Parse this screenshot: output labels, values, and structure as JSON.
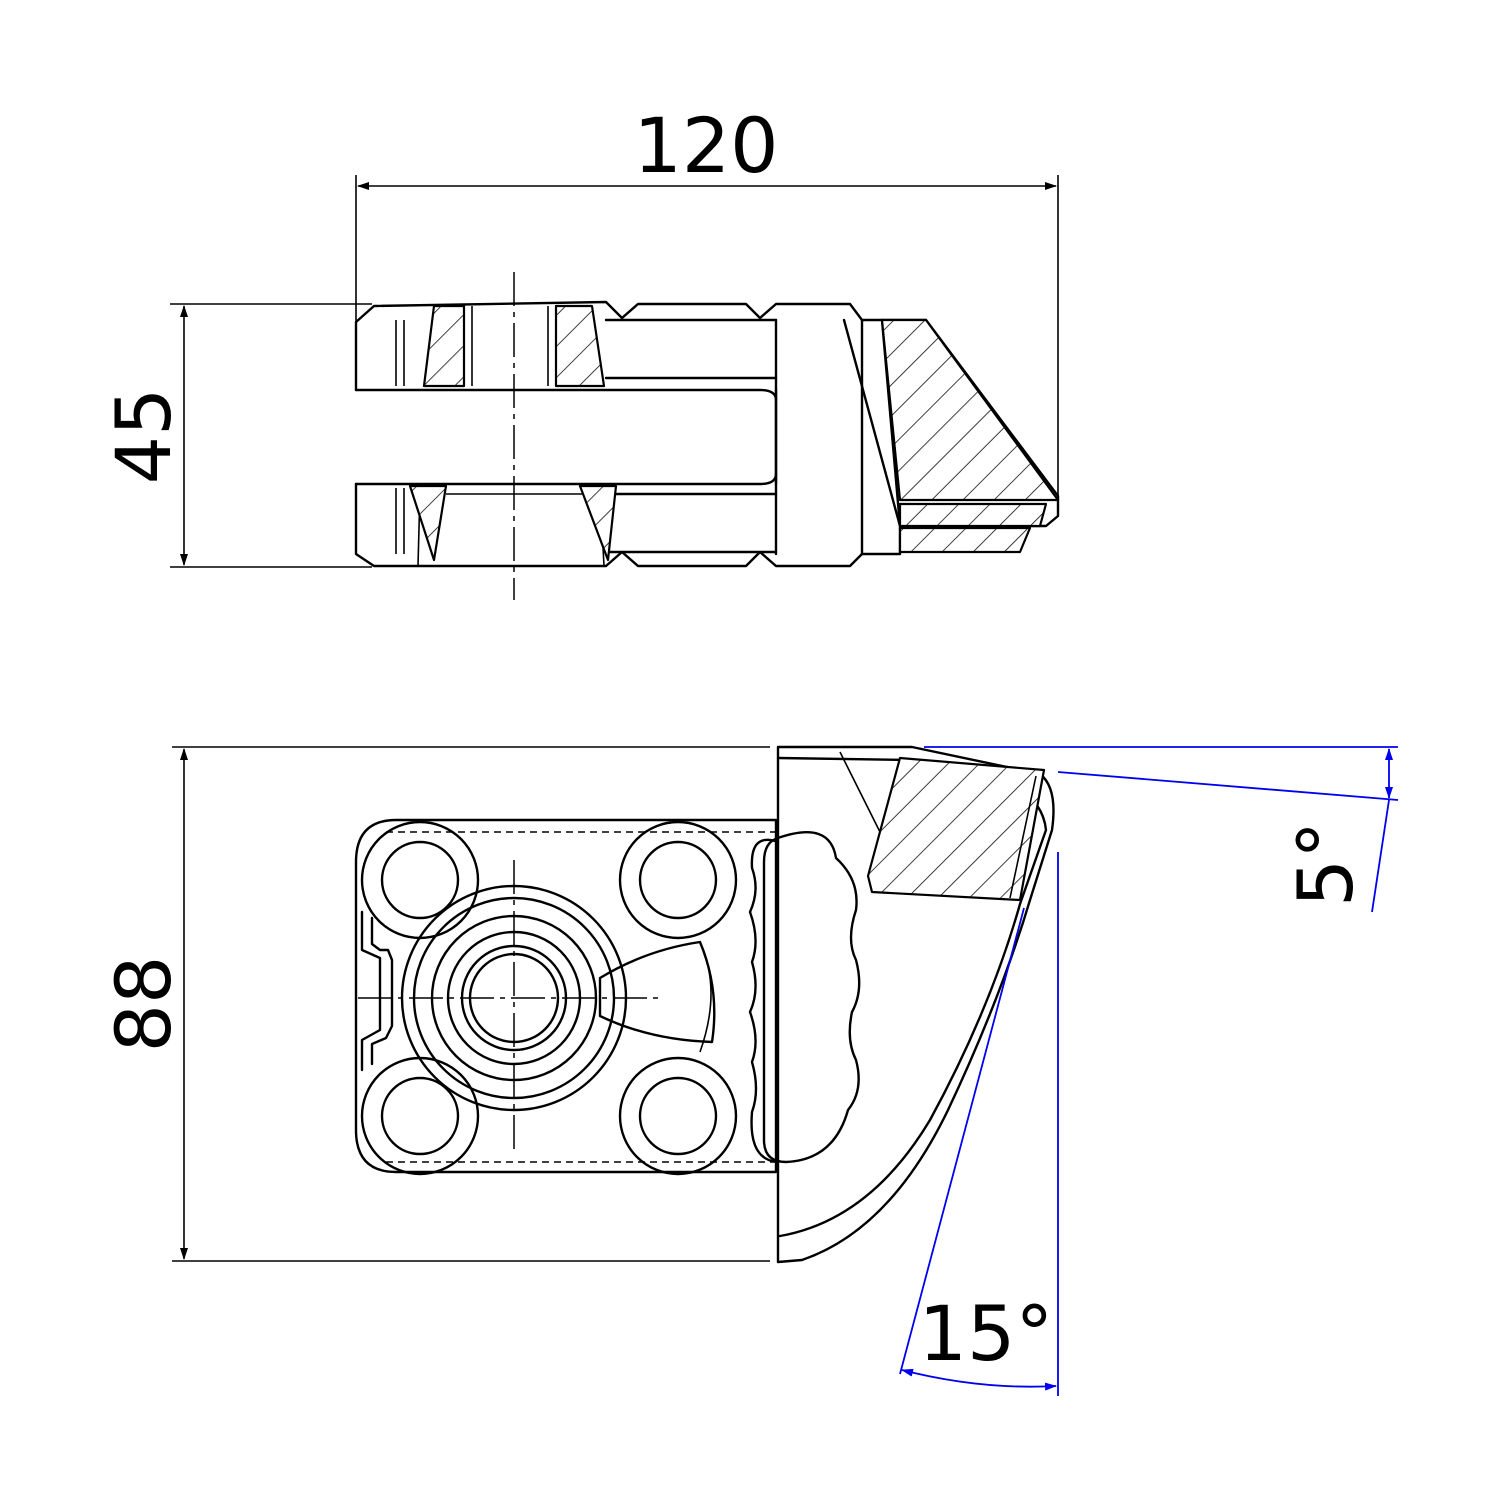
{
  "dimensions": {
    "width": "120",
    "height_top": "45",
    "height_bottom": "88",
    "angle_small": "5°",
    "angle_large": "15°"
  },
  "colors": {
    "outline": "#000000",
    "angle_dimension": "#0000ee",
    "background": "#ffffff"
  }
}
